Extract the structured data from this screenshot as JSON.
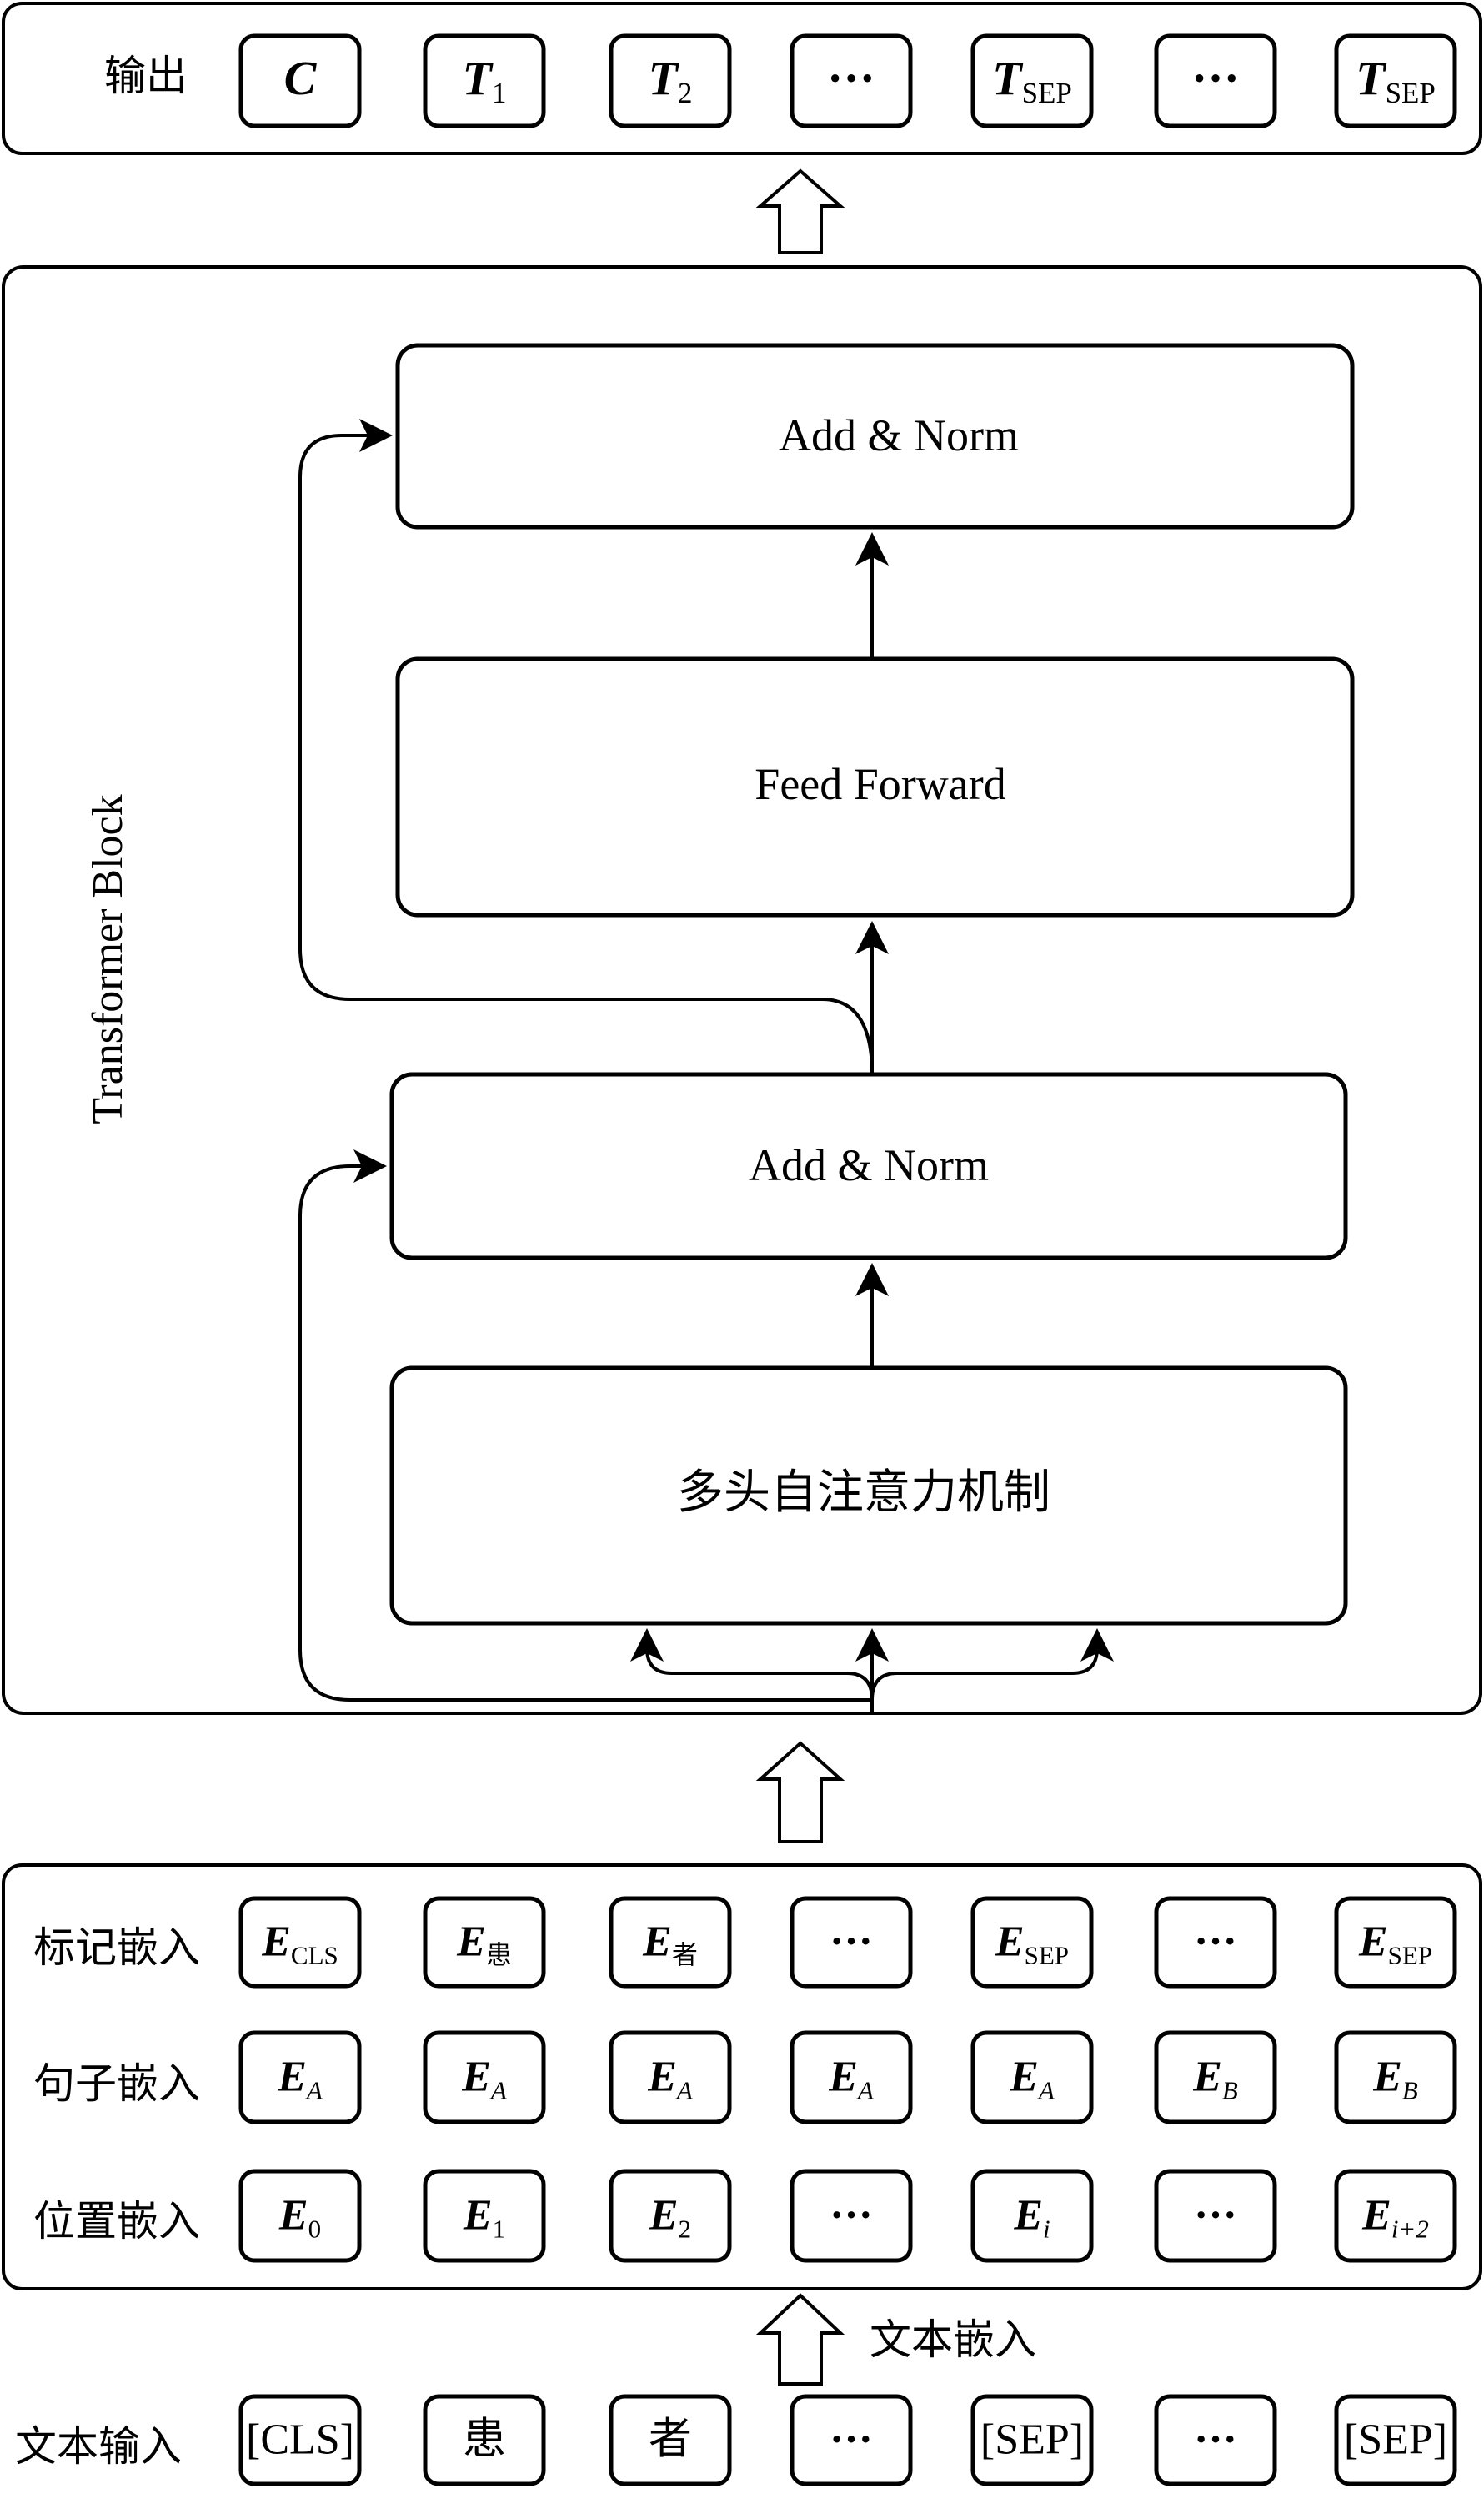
{
  "output": {
    "label": "输出",
    "tokens": [
      {
        "main": "C",
        "sub": ""
      },
      {
        "main": "T",
        "sub": "1"
      },
      {
        "main": "T",
        "sub": "2"
      },
      {
        "main": "···",
        "sub": ""
      },
      {
        "main": "T",
        "sub": "SEP"
      },
      {
        "main": "···",
        "sub": ""
      },
      {
        "main": "T",
        "sub": "SEP"
      }
    ]
  },
  "transformer": {
    "label": "Transformer Block",
    "add_norm_top": "Add & Norm",
    "feed_forward": "Feed Forward",
    "add_norm_bottom": "Add & Norm",
    "attention": "多头自注意力机制"
  },
  "embeddings": {
    "token": {
      "label": "标记嵌入",
      "cells": [
        {
          "main": "E",
          "sub": "CLS"
        },
        {
          "main": "E",
          "sub": "患"
        },
        {
          "main": "E",
          "sub": "者"
        },
        {
          "main": "···",
          "sub": ""
        },
        {
          "main": "E",
          "sub": "SEP"
        },
        {
          "main": "···",
          "sub": ""
        },
        {
          "main": "E",
          "sub": "SEP"
        }
      ]
    },
    "segment": {
      "label": "句子嵌入",
      "cells": [
        {
          "main": "E",
          "sub": "A"
        },
        {
          "main": "E",
          "sub": "A"
        },
        {
          "main": "E",
          "sub": "A"
        },
        {
          "main": "E",
          "sub": "A"
        },
        {
          "main": "E",
          "sub": "A"
        },
        {
          "main": "E",
          "sub": "B"
        },
        {
          "main": "E",
          "sub": "B"
        }
      ]
    },
    "position": {
      "label": "位置嵌入",
      "cells": [
        {
          "main": "E",
          "sub": "0"
        },
        {
          "main": "E",
          "sub": "1"
        },
        {
          "main": "E",
          "sub": "2"
        },
        {
          "main": "···",
          "sub": ""
        },
        {
          "main": "E",
          "sub": "i"
        },
        {
          "main": "···",
          "sub": ""
        },
        {
          "main": "E",
          "sub": "i+2"
        }
      ]
    }
  },
  "text_embedding_label": "文本嵌入",
  "input": {
    "label": "文本输入",
    "tokens": [
      "[CLS]",
      "患",
      "者",
      "···",
      "[SEP]",
      "···",
      "[SEP]"
    ]
  }
}
